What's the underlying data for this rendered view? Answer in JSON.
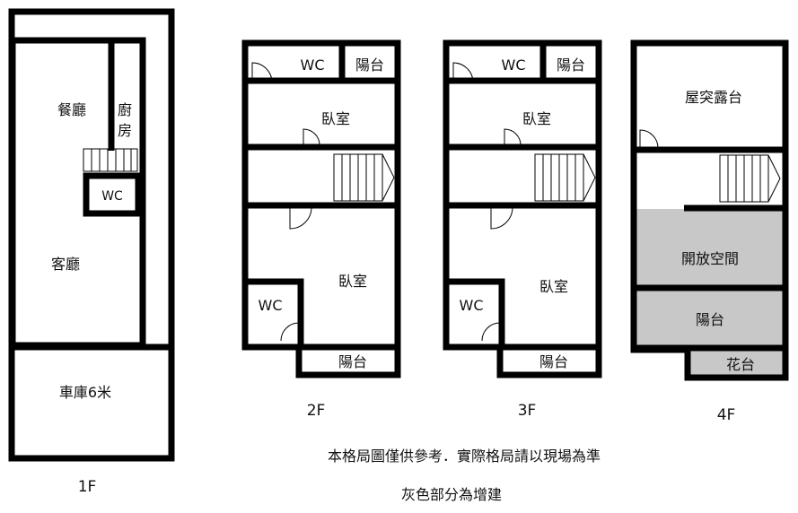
{
  "floors": {
    "f1": {
      "label": "1F",
      "rooms": {
        "dining": "餐廳",
        "kitchen_1": "廚",
        "kitchen_2": "房",
        "wc": "WC",
        "living": "客廳",
        "garage": "車庫6米"
      }
    },
    "f2": {
      "label": "2F",
      "rooms": {
        "wc_top": "WC",
        "balcony_top": "陽台",
        "bedroom_top": "臥室",
        "bedroom_main": "臥室",
        "wc_bottom": "WC",
        "balcony_bottom": "陽台"
      }
    },
    "f3": {
      "label": "3F",
      "rooms": {
        "wc_top": "WC",
        "balcony_top": "陽台",
        "bedroom_top": "臥室",
        "bedroom_main": "臥室",
        "wc_bottom": "WC",
        "balcony_bottom": "陽台"
      }
    },
    "f4": {
      "label": "4F",
      "rooms": {
        "roof_terrace": "屋突露台",
        "open_space": "開放空間",
        "balcony": "陽台",
        "flower_bed": "花台"
      }
    }
  },
  "notes": {
    "disclaimer": "本格局圖僅供參考．實際格局請以現場為準",
    "extension": "灰色部分為增建"
  },
  "colors": {
    "wall": "#000000",
    "extension_fill": "#c8c8c8",
    "background": "#ffffff"
  }
}
